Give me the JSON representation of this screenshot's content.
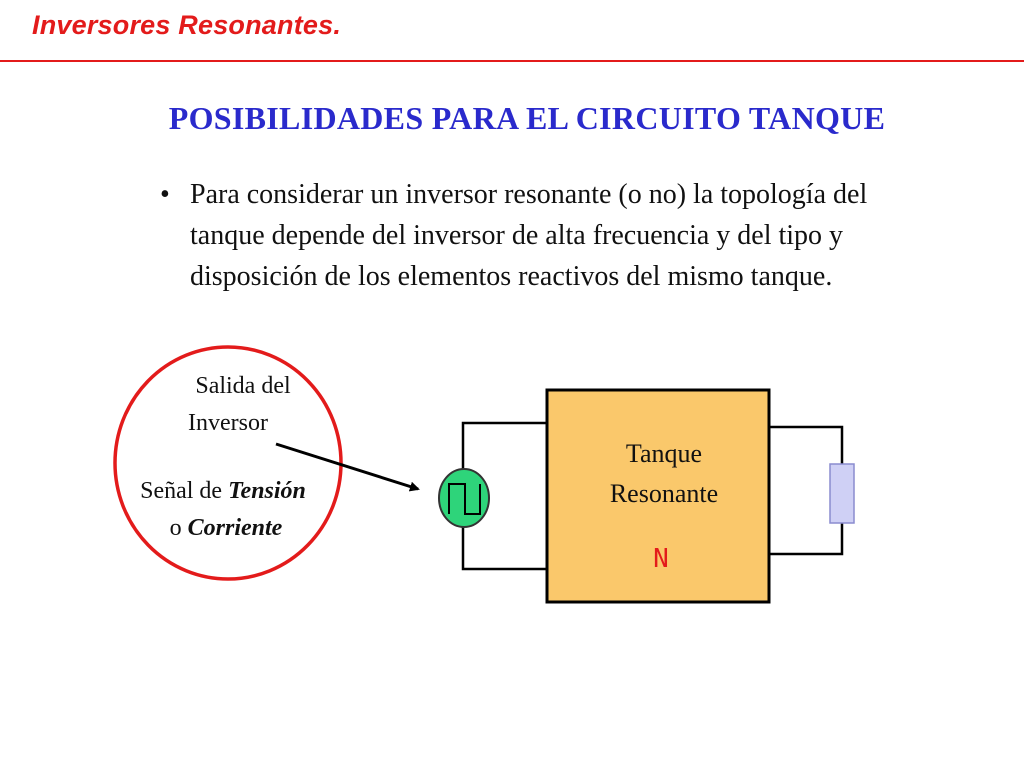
{
  "slide_title": "Inversores Resonantes.",
  "heading": "POSIBILIDADES PARA EL CIRCUITO TANQUE",
  "bullet": {
    "marker": "•",
    "text": "Para considerar un inversor resonante (o no) la topología del tanque depende del inversor de alta frecuencia y del tipo y disposición de los elementos reactivos del mismo tanque."
  },
  "callout": {
    "line1": "Salida del",
    "line2": "Inversor",
    "signal_prefix": "Señal de ",
    "signal_bold": "Tensión",
    "or_prefix": "o ",
    "or_bold": "Corriente"
  },
  "tank": {
    "line1": "Tanque",
    "line2": "Resonante",
    "symbol": "N"
  },
  "colors": {
    "title": "#e31b1b",
    "heading": "#2a2acc",
    "callout_circle": "#e31b1b",
    "tank_fill": "#fac86b",
    "source_fill": "#2ed47a",
    "load_fill": "#cfd0f5",
    "tank_symbol": "#e31b1b"
  }
}
